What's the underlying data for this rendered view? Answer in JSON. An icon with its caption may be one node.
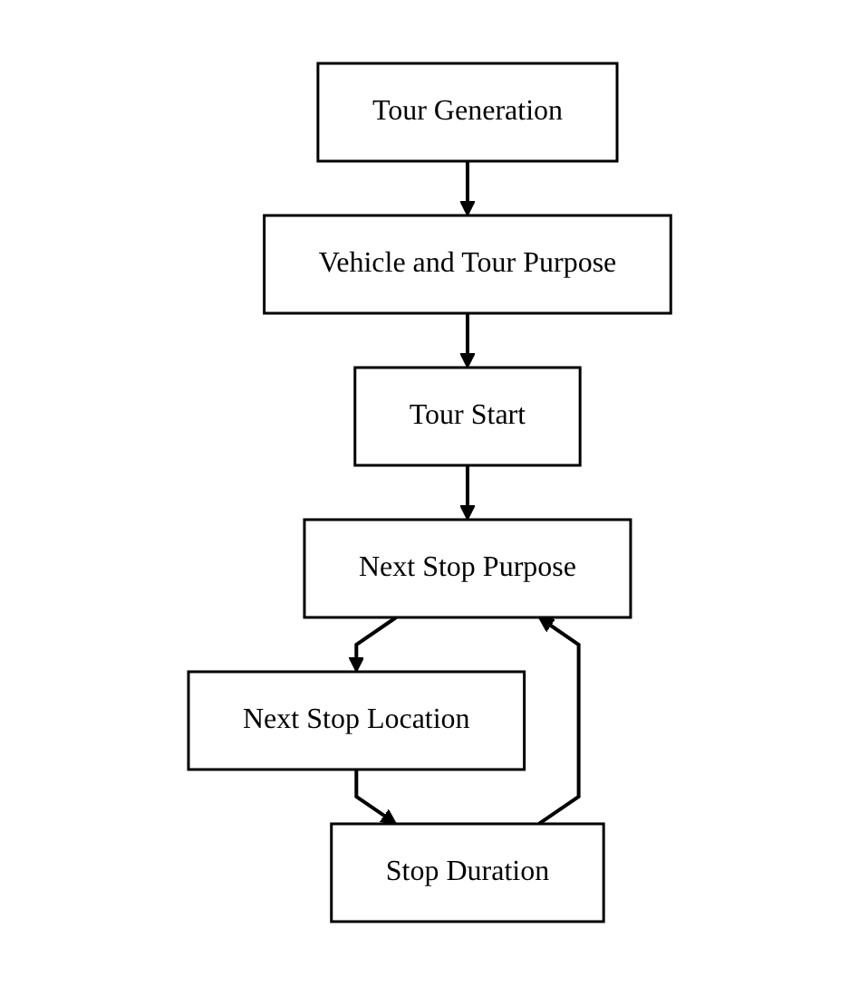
{
  "diagram": {
    "nodes": [
      {
        "text": [
          "Tour Generation"
        ]
      },
      {
        "text": [
          "Vehicle and Tour Purpose"
        ]
      },
      {
        "text": [
          "Tour Start"
        ]
      },
      {
        "text": [
          "Next Stop Purpose"
        ]
      },
      {
        "text": [
          "Next Stop Location"
        ]
      },
      {
        "text": [
          "Stop Duration"
        ]
      }
    ],
    "edges": [
      {
        "from": 0,
        "to": 1,
        "arrow": "to"
      },
      {
        "from": 1,
        "to": 2,
        "arrow": "to"
      },
      {
        "from": 2,
        "to": 3,
        "arrow": "to"
      },
      {
        "from": 3,
        "to": 4,
        "arrow": "to"
      },
      {
        "from": 4,
        "to": 5,
        "arrow": "to"
      },
      {
        "from": 5,
        "to": 3,
        "arrow": "to"
      }
    ]
  }
}
